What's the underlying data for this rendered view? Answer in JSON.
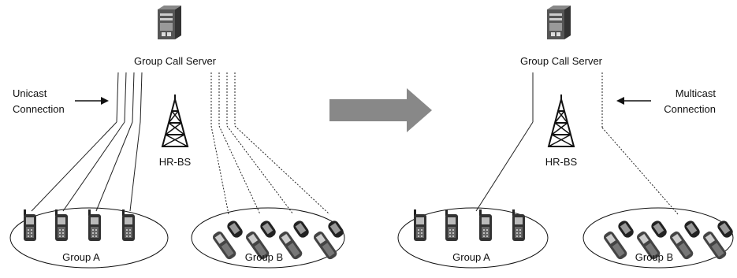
{
  "left_panel": {
    "server_label": "Group Call Server",
    "connection_label_line1": "Unicast",
    "connection_label_line2": "Connection",
    "tower_label": "HR-BS",
    "group_a_label": "Group A",
    "group_b_label": "Group B"
  },
  "right_panel": {
    "server_label": "Group Call Server",
    "connection_label_line1": "Multicast",
    "connection_label_line2": "Connection",
    "tower_label": "HR-BS",
    "group_a_label": "Group A",
    "group_b_label": "Group B"
  },
  "icons": {
    "server": "server-icon",
    "tower": "radio-tower-icon",
    "phone_bar": "bar-phone-icon",
    "phone_flip": "flip-phone-icon",
    "transition_arrow": "big-arrow-icon"
  }
}
